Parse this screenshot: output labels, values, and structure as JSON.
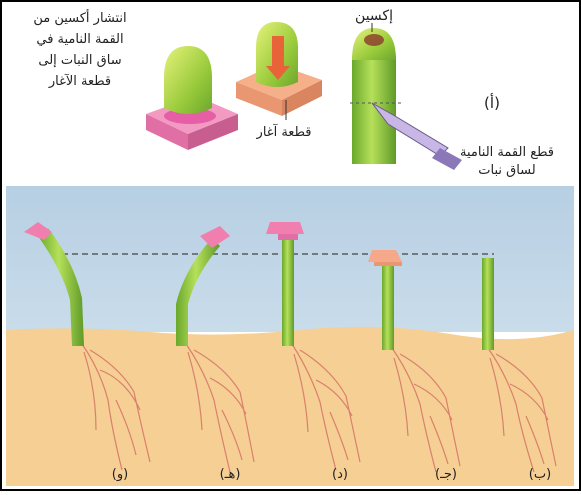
{
  "figure": {
    "label_auxin": "إكسين",
    "label_cut_tip": "قطع القمة النامية\nلساق نبات",
    "label_part_a": "(أ)",
    "label_agar_block": "قطعة آغار",
    "label_diffusion": "انتشار أكسين من\nالقمة النامية في\nساق النبات إلى\nقطعة الآغار",
    "panel_labels": [
      "(و)",
      "(هـ)",
      "(د)",
      "(جـ)",
      "(ب)"
    ],
    "colors": {
      "stem_green": "#8cc43c",
      "agar_pink": "#f07fb0",
      "agar_salmon": "#f5a98a",
      "water_blue": "#bcd3e6",
      "soil_tan": "#f6cf95",
      "root_red": "#d9806a",
      "border": "#000000"
    }
  }
}
